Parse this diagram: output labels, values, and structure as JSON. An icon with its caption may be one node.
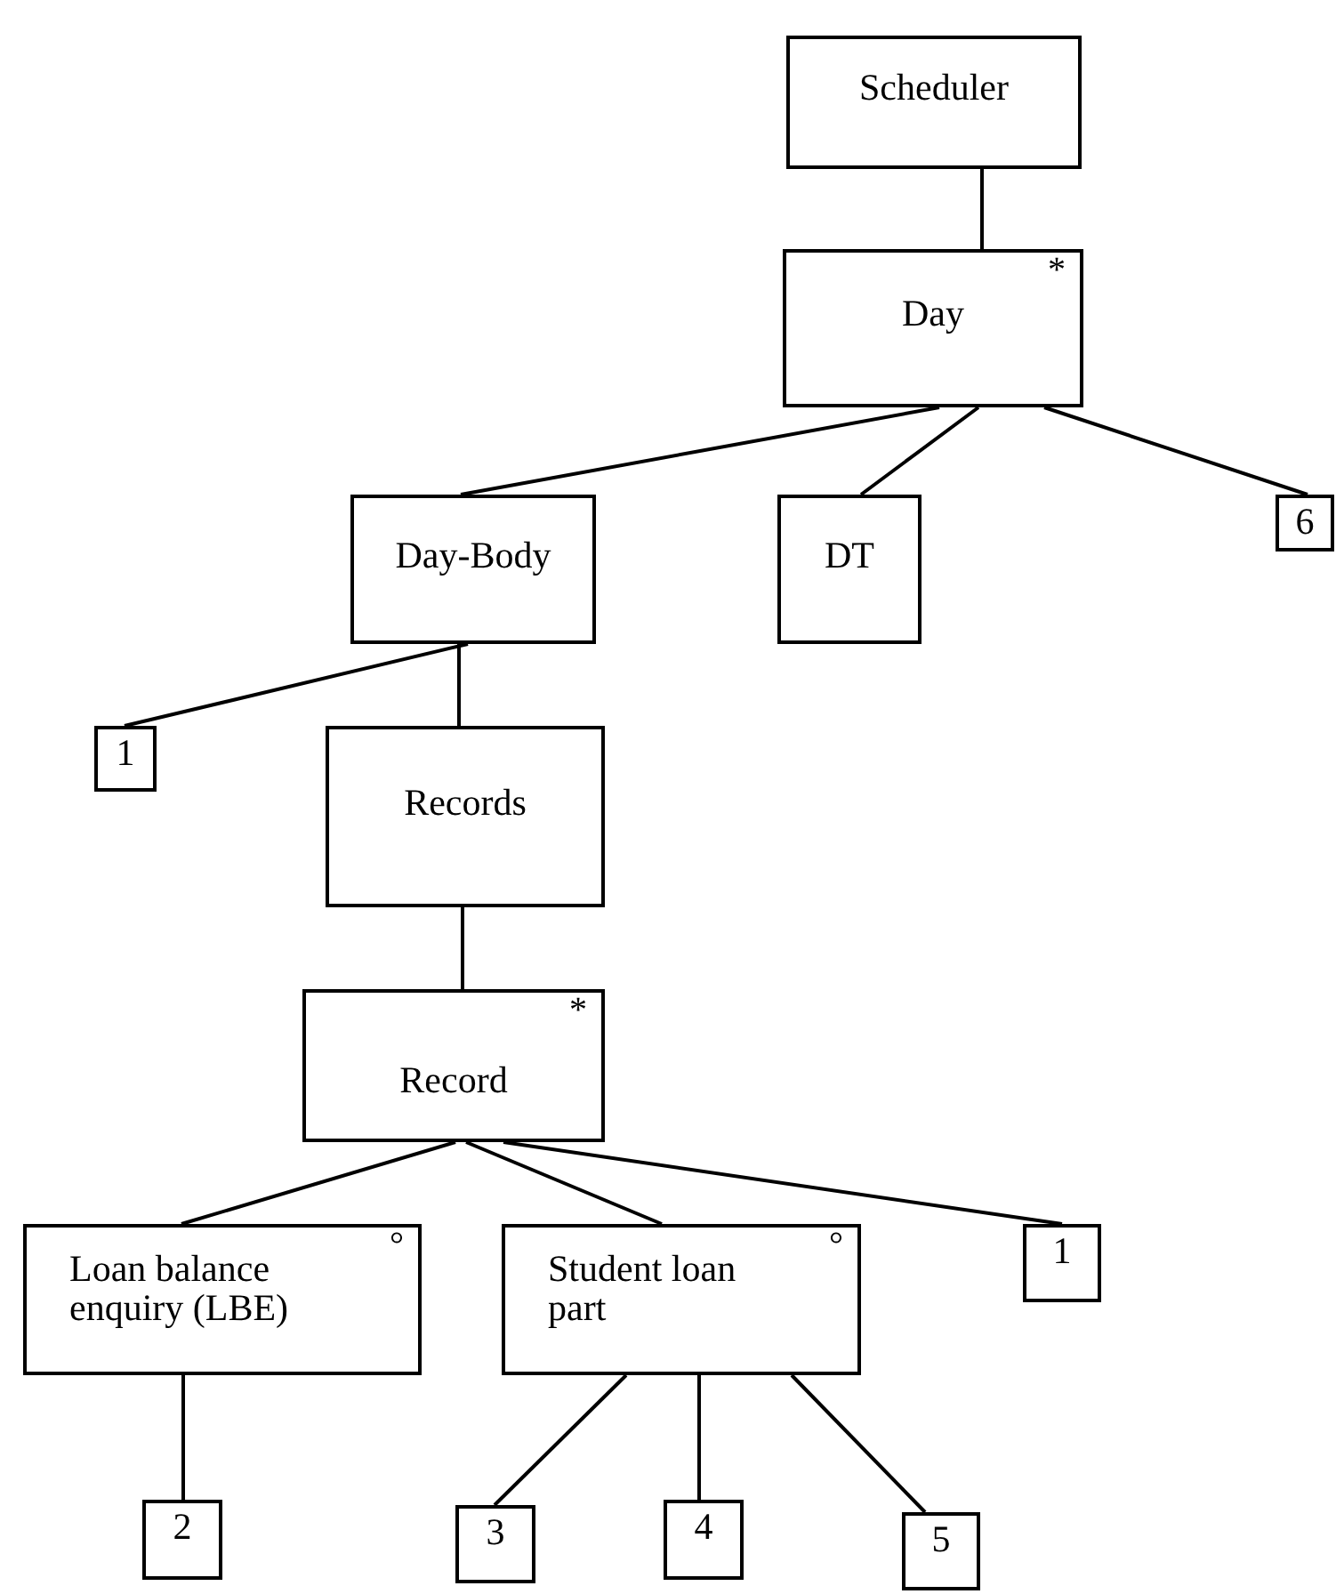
{
  "diagram": {
    "nodes": [
      {
        "text": [
          "Scheduler"
        ]
      },
      {
        "text": [
          "Day",
          "*"
        ]
      },
      {
        "text": [
          "Day-Body"
        ]
      },
      {
        "text": [
          "DT"
        ]
      },
      {
        "text": [
          "6"
        ]
      },
      {
        "text": [
          "1"
        ]
      },
      {
        "text": [
          "Records"
        ]
      },
      {
        "text": [
          "Record",
          "*"
        ]
      },
      {
        "text": [
          "Loan balance enquiry (LBE)",
          "°"
        ]
      },
      {
        "text": [
          "Student loan part",
          "°"
        ]
      },
      {
        "text": [
          "1"
        ]
      },
      {
        "text": [
          "2"
        ]
      },
      {
        "text": [
          "3"
        ]
      },
      {
        "text": [
          "4"
        ]
      },
      {
        "text": [
          "5"
        ]
      }
    ],
    "edges": [
      {
        "from": 0,
        "to": 1,
        "arrow": "none"
      },
      {
        "from": 1,
        "to": 2,
        "arrow": "none"
      },
      {
        "from": 1,
        "to": 3,
        "arrow": "none"
      },
      {
        "from": 1,
        "to": 4,
        "arrow": "none"
      },
      {
        "from": 2,
        "to": 5,
        "arrow": "none"
      },
      {
        "from": 2,
        "to": 6,
        "arrow": "none"
      },
      {
        "from": 6,
        "to": 7,
        "arrow": "none"
      },
      {
        "from": 7,
        "to": 8,
        "arrow": "none"
      },
      {
        "from": 7,
        "to": 9,
        "arrow": "none"
      },
      {
        "from": 7,
        "to": 10,
        "arrow": "none"
      },
      {
        "from": 8,
        "to": 11,
        "arrow": "none"
      },
      {
        "from": 9,
        "to": 12,
        "arrow": "none"
      },
      {
        "from": 9,
        "to": 13,
        "arrow": "none"
      },
      {
        "from": 9,
        "to": 14,
        "arrow": "none"
      }
    ]
  }
}
